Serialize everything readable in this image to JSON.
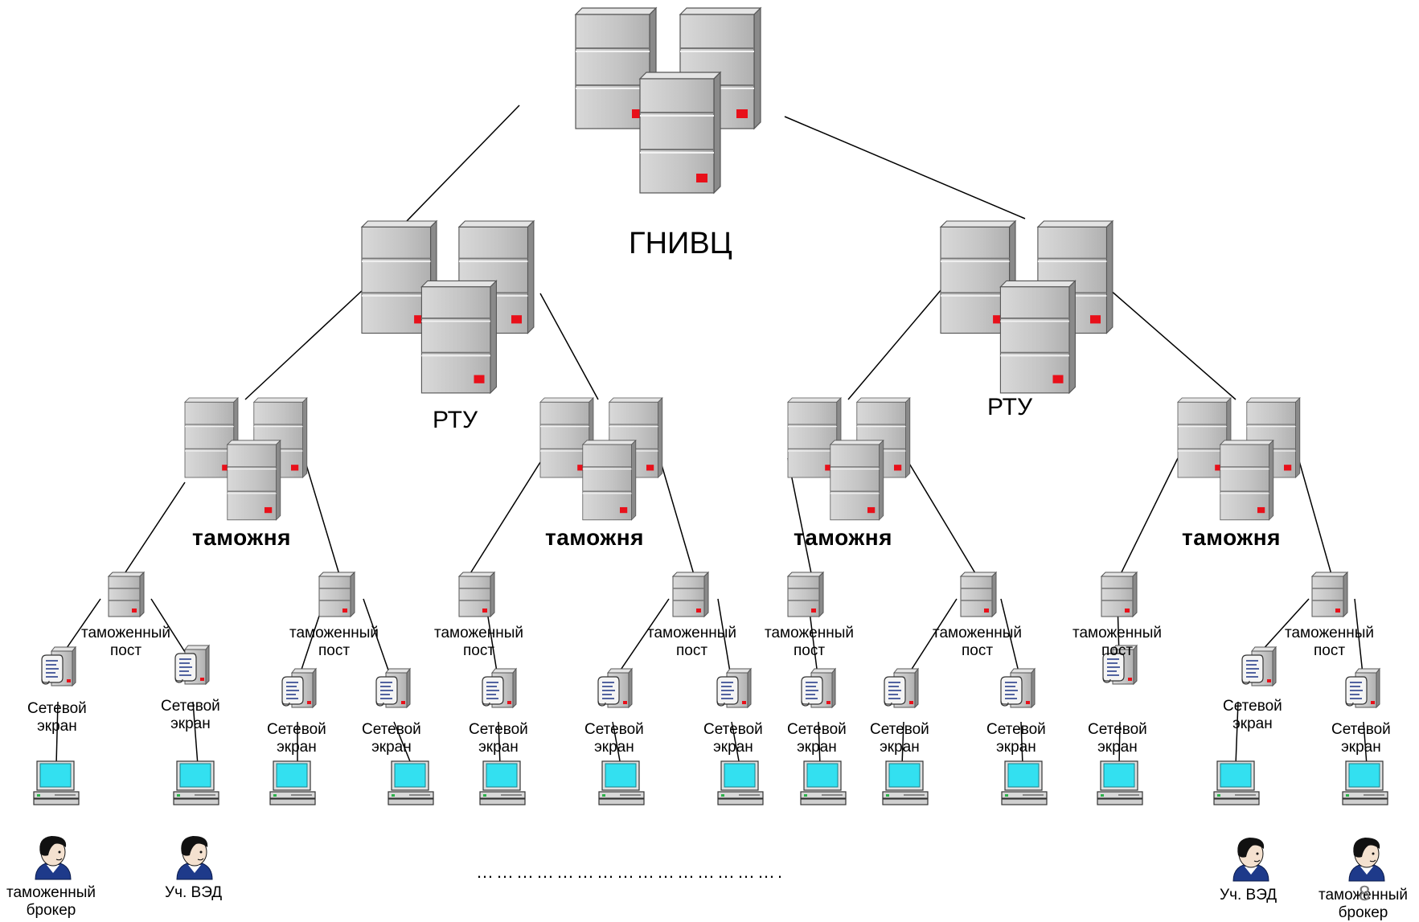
{
  "colors": {
    "server_face": "#c9c9c9",
    "server_side": "#8f8f8f",
    "server_top": "#e2e2e2",
    "led": "#e8101a",
    "screen": "#33e0f0",
    "line": "#000000"
  },
  "icons": {
    "server_cluster": "server-cluster-icon",
    "server_small": "server-icon",
    "firewall": "firewall-icon",
    "workstation": "workstation-icon",
    "person": "person-icon"
  },
  "labels": {
    "root": "ГНИВЦ",
    "rtu": "РТУ",
    "customs": "таможня",
    "post_line1": "таможенный",
    "post_line2": "пост",
    "firewall_line1": "Сетевой",
    "firewall_line2": "экран",
    "broker_line1": "таможенный",
    "broker_line2": "брокер",
    "ved": "Уч. ВЭД",
    "ellipsis": "……………………………………….",
    "page_number": "8"
  }
}
